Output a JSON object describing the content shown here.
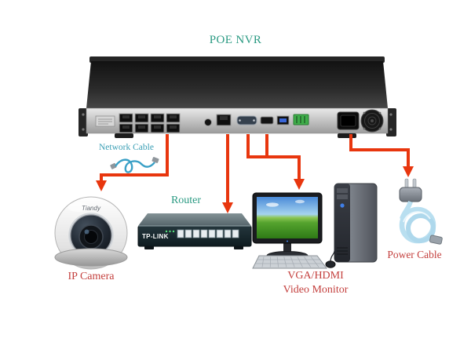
{
  "title": "POE NVR",
  "colors": {
    "teal": "#2a9a82",
    "cable_label": "#3b9fb5",
    "red": "#c4403e",
    "arrow": "#e8360e"
  },
  "labels": {
    "network_cable": "Network Cable"
  },
  "devices": {
    "camera": {
      "label": "IP Camera",
      "brand": "Tiandy"
    },
    "router": {
      "label": "Router",
      "brand": "TP-LINK"
    },
    "monitor": {
      "label_line1": "VGA/HDMI",
      "label_line2": "Video Monitor"
    },
    "power": {
      "label": "Power Cable"
    }
  }
}
